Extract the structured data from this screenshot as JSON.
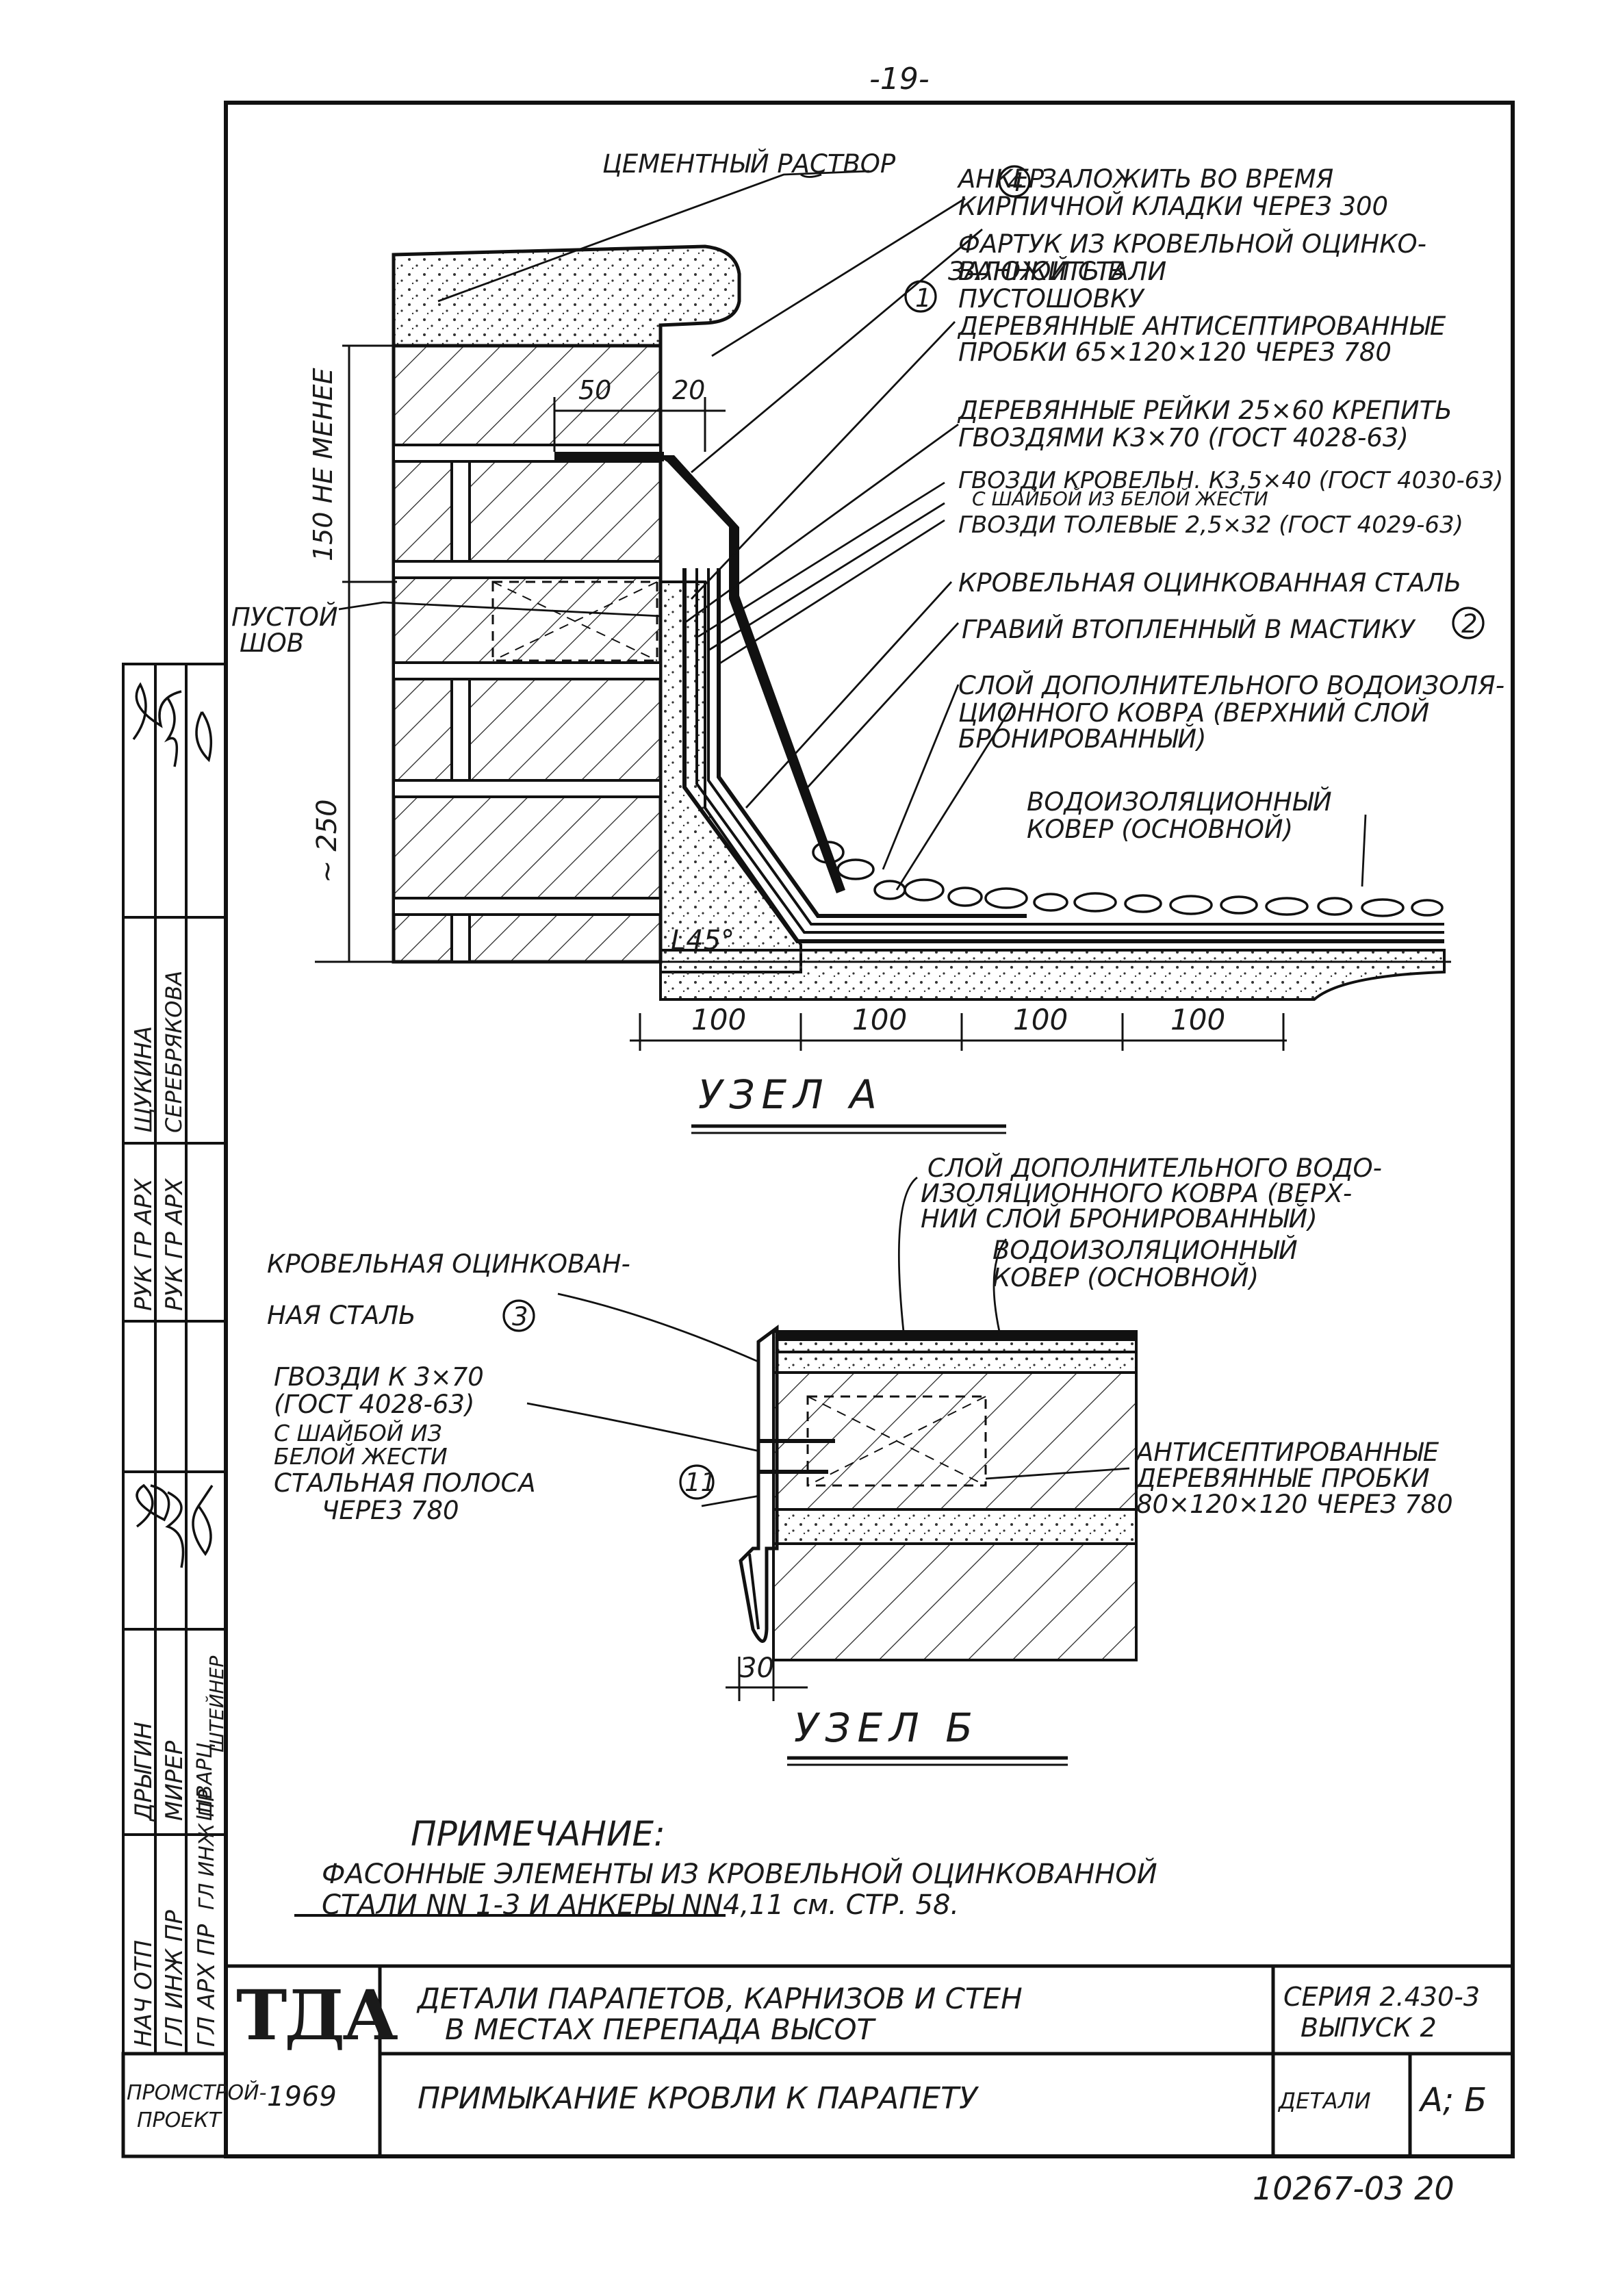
{
  "page_number": "-19-",
  "sheet_code": "10267-03 20",
  "detail_a": {
    "title": "УЗЕЛ А",
    "dims": [
      "100",
      "100",
      "100",
      "100"
    ],
    "dim_150": "150 НЕ МЕНЕЕ",
    "dim_250": "~ 250",
    "dim_50": "50",
    "dim_20": "20",
    "angle": "L45°",
    "callouts": {
      "cement": "ЦЕМЕНТНЫЙ РАСТВОР",
      "anchor_1": "АНКЕР",
      "anchor_num": "4",
      "anchor_2": "ЗАЛОЖИТЬ ВО ВРЕМЯ",
      "anchor_3": "КИРПИЧНОЙ КЛАДКИ ЧЕРЕЗ 300",
      "apron_1": "ФАРТУК ИЗ КРОВЕЛЬНОЙ ОЦИНКО-",
      "apron_2": "ВАННОЙ СТАЛИ",
      "apron_num": "1",
      "apron_3": "ЗАЛОЖИТЬ В",
      "apron_4": "ПУСТОШОВКУ",
      "plugs_1": "ДЕРЕВЯННЫЕ АНТИСЕПТИРОВАННЫЕ",
      "plugs_2": "ПРОБКИ 65×120×120 ЧЕРЕЗ 780",
      "strips_1": "ДЕРЕВЯННЫЕ РЕЙКИ 25×60 КРЕПИТЬ",
      "strips_2": "ГВОЗДЯМИ К3×70 (ГОСТ 4028-63)",
      "nails_1": "ГВОЗДИ КРОВЕЛЬН. К3,5×40 (ГОСТ 4030-63)",
      "nails_2": "С ШАЙБОЙ ИЗ БЕЛОЙ ЖЕСТИ",
      "nails_3": "ГВОЗДИ ТОЛЕВЫЕ 2,5×32 (ГОСТ 4029-63)",
      "steel": "КРОВЕЛЬНАЯ ОЦИНКОВАННАЯ СТАЛЬ",
      "steel_num": "2",
      "gravel": "ГРАВИЙ ВТОПЛЕННЫЙ В МАСТИКУ",
      "layer_1": "СЛОЙ ДОПОЛНИТЕЛЬНОГО ВОДОИЗОЛЯ-",
      "layer_2": "ЦИОННОГО КОВРА (ВЕРХНИЙ СЛОЙ",
      "layer_3": "БРОНИРОВАННЫЙ)",
      "carpet_1": "ВОДОИЗОЛЯЦИОННЫЙ",
      "carpet_2": "КОВЕР (ОСНОВНОЙ)",
      "joint_1": "ПУСТОЙ",
      "joint_2": "ШОВ"
    }
  },
  "detail_b": {
    "title": "УЗЕЛ Б",
    "dim_30": "30",
    "callouts": {
      "layer_1": "СЛОЙ ДОПОЛНИТЕЛЬНОГО ВОДО-",
      "layer_2": "ИЗОЛЯЦИОННОГО КОВРА (ВЕРХ-",
      "layer_3": "НИЙ СЛОЙ БРОНИРОВАННЫЙ)",
      "carpet_1": "ВОДОИЗОЛЯЦИОННЫЙ",
      "carpet_2": "КОВЕР (ОСНОВНОЙ)",
      "steel_1": "КРОВЕЛЬНАЯ ОЦИНКОВАН-",
      "steel_2": "НАЯ СТАЛЬ",
      "steel_num": "3",
      "nails_1": "ГВОЗДИ К 3×70",
      "nails_2": "(ГОСТ 4028-63)",
      "nails_3": "С ШАЙБОЙ ИЗ",
      "nails_4": "БЕЛОЙ ЖЕСТИ",
      "strip_1": "СТАЛЬНАЯ ПОЛОСА",
      "strip_num": "11",
      "strip_2": "ЧЕРЕЗ 780",
      "plugs_1": "АНТИСЕПТИРОВАННЫЕ",
      "plugs_2": "ДЕРЕВЯННЫЕ ПРОБКИ",
      "plugs_3": "80×120×120 ЧЕРЕЗ 780"
    }
  },
  "note": {
    "heading": "ПРИМЕЧАНИЕ:",
    "line1": "ФАСОННЫЕ ЭЛЕМЕНТЫ ИЗ КРОВЕЛЬНОЙ ОЦИНКОВАННОЙ",
    "line2": "СТАЛИ NN 1-3 И АНКЕРЫ NN4,11 см. СТР. 58."
  },
  "title_block": {
    "logo": "ТДА",
    "year": "1969",
    "org_1": "ПРОМСТРОЙ-",
    "org_2": "ПРОЕКТ",
    "title_1": "ДЕТАЛИ ПАРАПЕТОВ, КАРНИЗОВ И СТЕН",
    "title_2": "В МЕСТАХ ПЕРЕПАДА ВЫСОТ",
    "sheet_title": "ПРИМЫКАНИЕ КРОВЛИ К ПАРАПЕТУ",
    "series_1": "СЕРИЯ 2.430-3",
    "series_2": "ВЫПУСК 2",
    "details_label": "ДЕТАЛИ",
    "details_value": "А; Б"
  },
  "signatures": {
    "roles": [
      "НАЧ ОТП",
      "ГЛ ИНЖ ПР",
      "ГЛ АРХ ПР",
      "ГЛ ИНЖ ПР",
      "РУК ГР АРХ",
      "РУК ГР АРХ"
    ],
    "names": [
      "ДРЫГИН",
      "МИРЕР",
      "ШВАРЦ",
      "ШТЕЙНЕР",
      "ЩУКИНА",
      "СЕРЕБРЯКОВА"
    ]
  }
}
